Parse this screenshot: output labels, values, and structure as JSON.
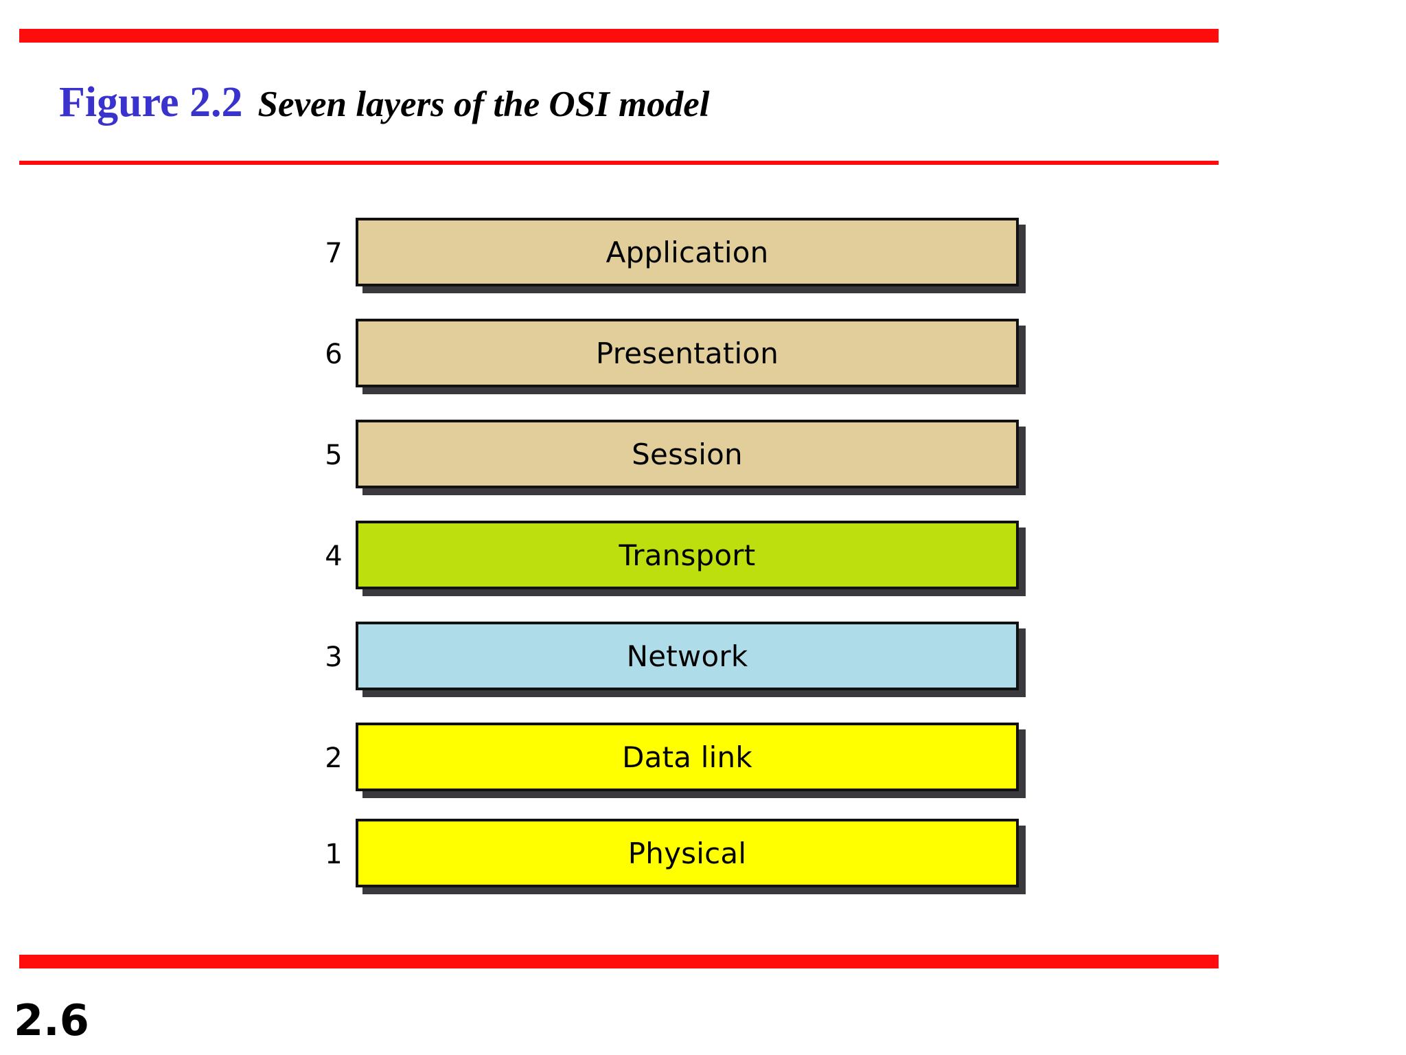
{
  "slide": {
    "page_number": "2.6",
    "figure_label": "Figure 2.2",
    "figure_caption": "Seven layers of the OSI model",
    "figure_label_color": "#3A32CC",
    "rule_color": "#FF0D0D",
    "background_color": "#FFFFFF"
  },
  "chart_data": {
    "type": "bar",
    "title": "Seven layers of the OSI model",
    "xlabel": "",
    "ylabel": "",
    "orientation": "stacked-layers",
    "categories": [
      "Application",
      "Presentation",
      "Session",
      "Transport",
      "Network",
      "Data link",
      "Physical"
    ],
    "values": [
      7,
      6,
      5,
      4,
      3,
      2,
      1
    ],
    "legend": "none",
    "grid": false,
    "layers": [
      {
        "number": "7",
        "name": "Application",
        "fill": "#E2CE9B",
        "border": "#111111",
        "shadow": "#3A3A3E"
      },
      {
        "number": "6",
        "name": "Presentation",
        "fill": "#E2CE9B",
        "border": "#111111",
        "shadow": "#3A3A3E"
      },
      {
        "number": "5",
        "name": "Session",
        "fill": "#E2CE9B",
        "border": "#111111",
        "shadow": "#3A3A3E"
      },
      {
        "number": "4",
        "name": "Transport",
        "fill": "#BEDF0E",
        "border": "#111111",
        "shadow": "#3A3A3E"
      },
      {
        "number": "3",
        "name": "Network",
        "fill": "#AEDCE9",
        "border": "#111111",
        "shadow": "#3A3A3E"
      },
      {
        "number": "2",
        "name": "Data link",
        "fill": "#FFFF00",
        "border": "#111111",
        "shadow": "#3A3A3E"
      },
      {
        "number": "1",
        "name": "Physical",
        "fill": "#FFFF00",
        "border": "#111111",
        "shadow": "#3A3A3E"
      }
    ]
  }
}
